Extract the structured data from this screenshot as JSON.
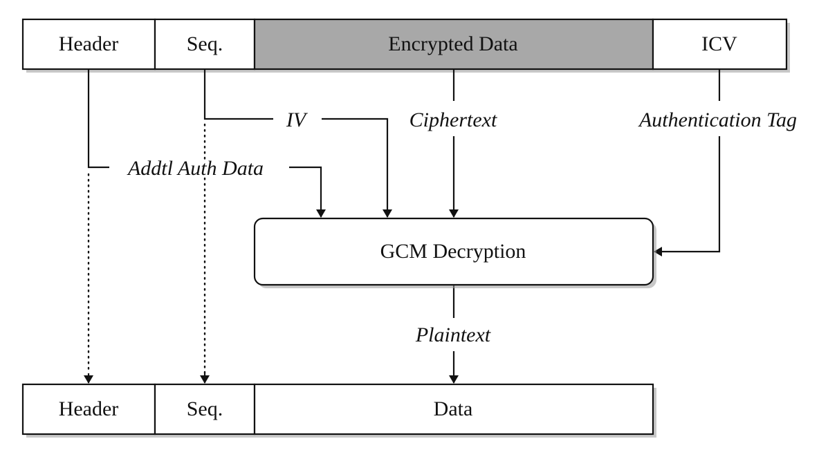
{
  "colors": {
    "stroke": "#111111",
    "encrypted_fill": "#a8a8a8",
    "box_fill": "#ffffff",
    "shadow": "#9a9a9a"
  },
  "top_packet": {
    "header": "Header",
    "seq": "Seq.",
    "encrypted": "Encrypted Data",
    "icv": "ICV"
  },
  "bottom_packet": {
    "header": "Header",
    "seq": "Seq.",
    "data": "Data"
  },
  "process": {
    "label": "GCM Decryption"
  },
  "edges": {
    "iv": "IV",
    "ciphertext": "Ciphertext",
    "auth_tag": "Authentication Tag",
    "aad": "Addtl Auth Data",
    "plaintext": "Plaintext"
  }
}
